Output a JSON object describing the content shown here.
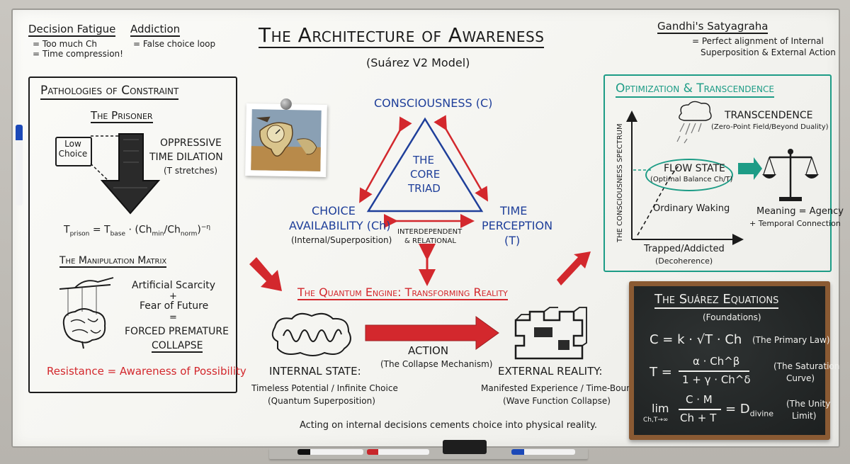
{
  "title": "The Architecture of Awareness",
  "subtitle": "(Suárez V2 Model)",
  "top_left": {
    "decision_fatigue": {
      "heading": "Decision Fatigue",
      "line1": "= Too much Ch",
      "line2": "= Time compression!"
    },
    "addiction": {
      "heading": "Addiction",
      "line1": "= False choice loop"
    }
  },
  "top_right": {
    "heading": "Gandhi's Satyagraha",
    "line1": "= Perfect alignment of Internal",
    "line2": "Superposition & External Action"
  },
  "pathologies": {
    "title": "Pathologies of Constraint",
    "prisoner_heading": "The Prisoner",
    "low_choice": "Low Choice",
    "oppressive": "OPPRESSIVE",
    "time_dilation": "TIME DILATION",
    "t_stretches": "(T stretches)",
    "formula": {
      "T": "T",
      "prison": "prison",
      "eq": " = T",
      "base": "base",
      "dot": " · (Ch",
      "min": "min",
      "slash": "/Ch",
      "norm": "norm",
      "close": ")",
      "exp": "−η"
    },
    "matrix_heading": "The Manipulation Matrix",
    "artificial_scarcity": "Artificial Scarcity",
    "plus": "+",
    "fear_of_future": "Fear of Future",
    "equals": "=",
    "forced_premature": "FORCED PREMATURE",
    "collapse": "COLLAPSE",
    "resistance": "Resistance = Awareness of Possibility"
  },
  "triad": {
    "consciousness": "CONSCIOUSNESS (C)",
    "core1": "THE",
    "core2": "CORE",
    "core3": "TRIAD",
    "choice1": "CHOICE",
    "choice2": "AVAILABILITY (Ch)",
    "choice3": "(Internal/Superposition)",
    "time1": "TIME",
    "time2": "PERCEPTION",
    "time3": "(T)",
    "inter1": "INTERDEPENDENT",
    "inter2": "& RELATIONAL"
  },
  "engine": {
    "heading": "The Quantum Engine: Transforming Reality",
    "action": "ACTION",
    "action_sub": "(The Collapse Mechanism)",
    "internal_heading": "INTERNAL STATE:",
    "internal1": "Timeless Potential / Infinite Choice",
    "internal2": "(Quantum Superposition)",
    "external_heading": "EXTERNAL REALITY:",
    "external1": "Manifested Experience / Time-Bound",
    "external2": "(Wave Function Collapse)",
    "footer": "Acting on internal decisions cements choice into physical reality."
  },
  "optimization": {
    "title": "Optimization & Transcendence",
    "y_axis": "THE CONSCIOUSNESS SPECTRUM",
    "transcendence": "TRANSCENDENCE",
    "transcendence_sub": "(Zero-Point Field/Beyond Duality)",
    "flow": "FLOW STATE",
    "flow_sub": "(Optimal Balance Ch/T)",
    "ordinary": "Ordinary Waking",
    "trapped": "Trapped/Addicted",
    "decoherence": "(Decoherence)",
    "meaning1": "Meaning = Agency",
    "meaning2": "+ Temporal Connection"
  },
  "equations": {
    "title": "The Suárez Equations",
    "foundations": "(Foundations)",
    "eq1": "C = k · √T · Ch",
    "eq1_label": "(The Primary Law)",
    "eq2_num": "α · Ch^β",
    "eq2_den": "1 + γ · Ch^δ",
    "eq2_lhs": "T =",
    "eq2_label1": "(The Saturation",
    "eq2_label2": "Curve)",
    "lim": "lim",
    "lim_sub": "Ch,T→∞",
    "eq3_num": "C · M",
    "eq3_den": "Ch + T",
    "eq3_rhs": "= D",
    "eq3_sub": "divine",
    "eq3_label1": "(The Unity",
    "eq3_label2": "Limit)"
  },
  "colors": {
    "red": "#d3282d",
    "blue": "#1f3f9a",
    "teal": "#1d9c86",
    "black": "#1b1b1b"
  }
}
